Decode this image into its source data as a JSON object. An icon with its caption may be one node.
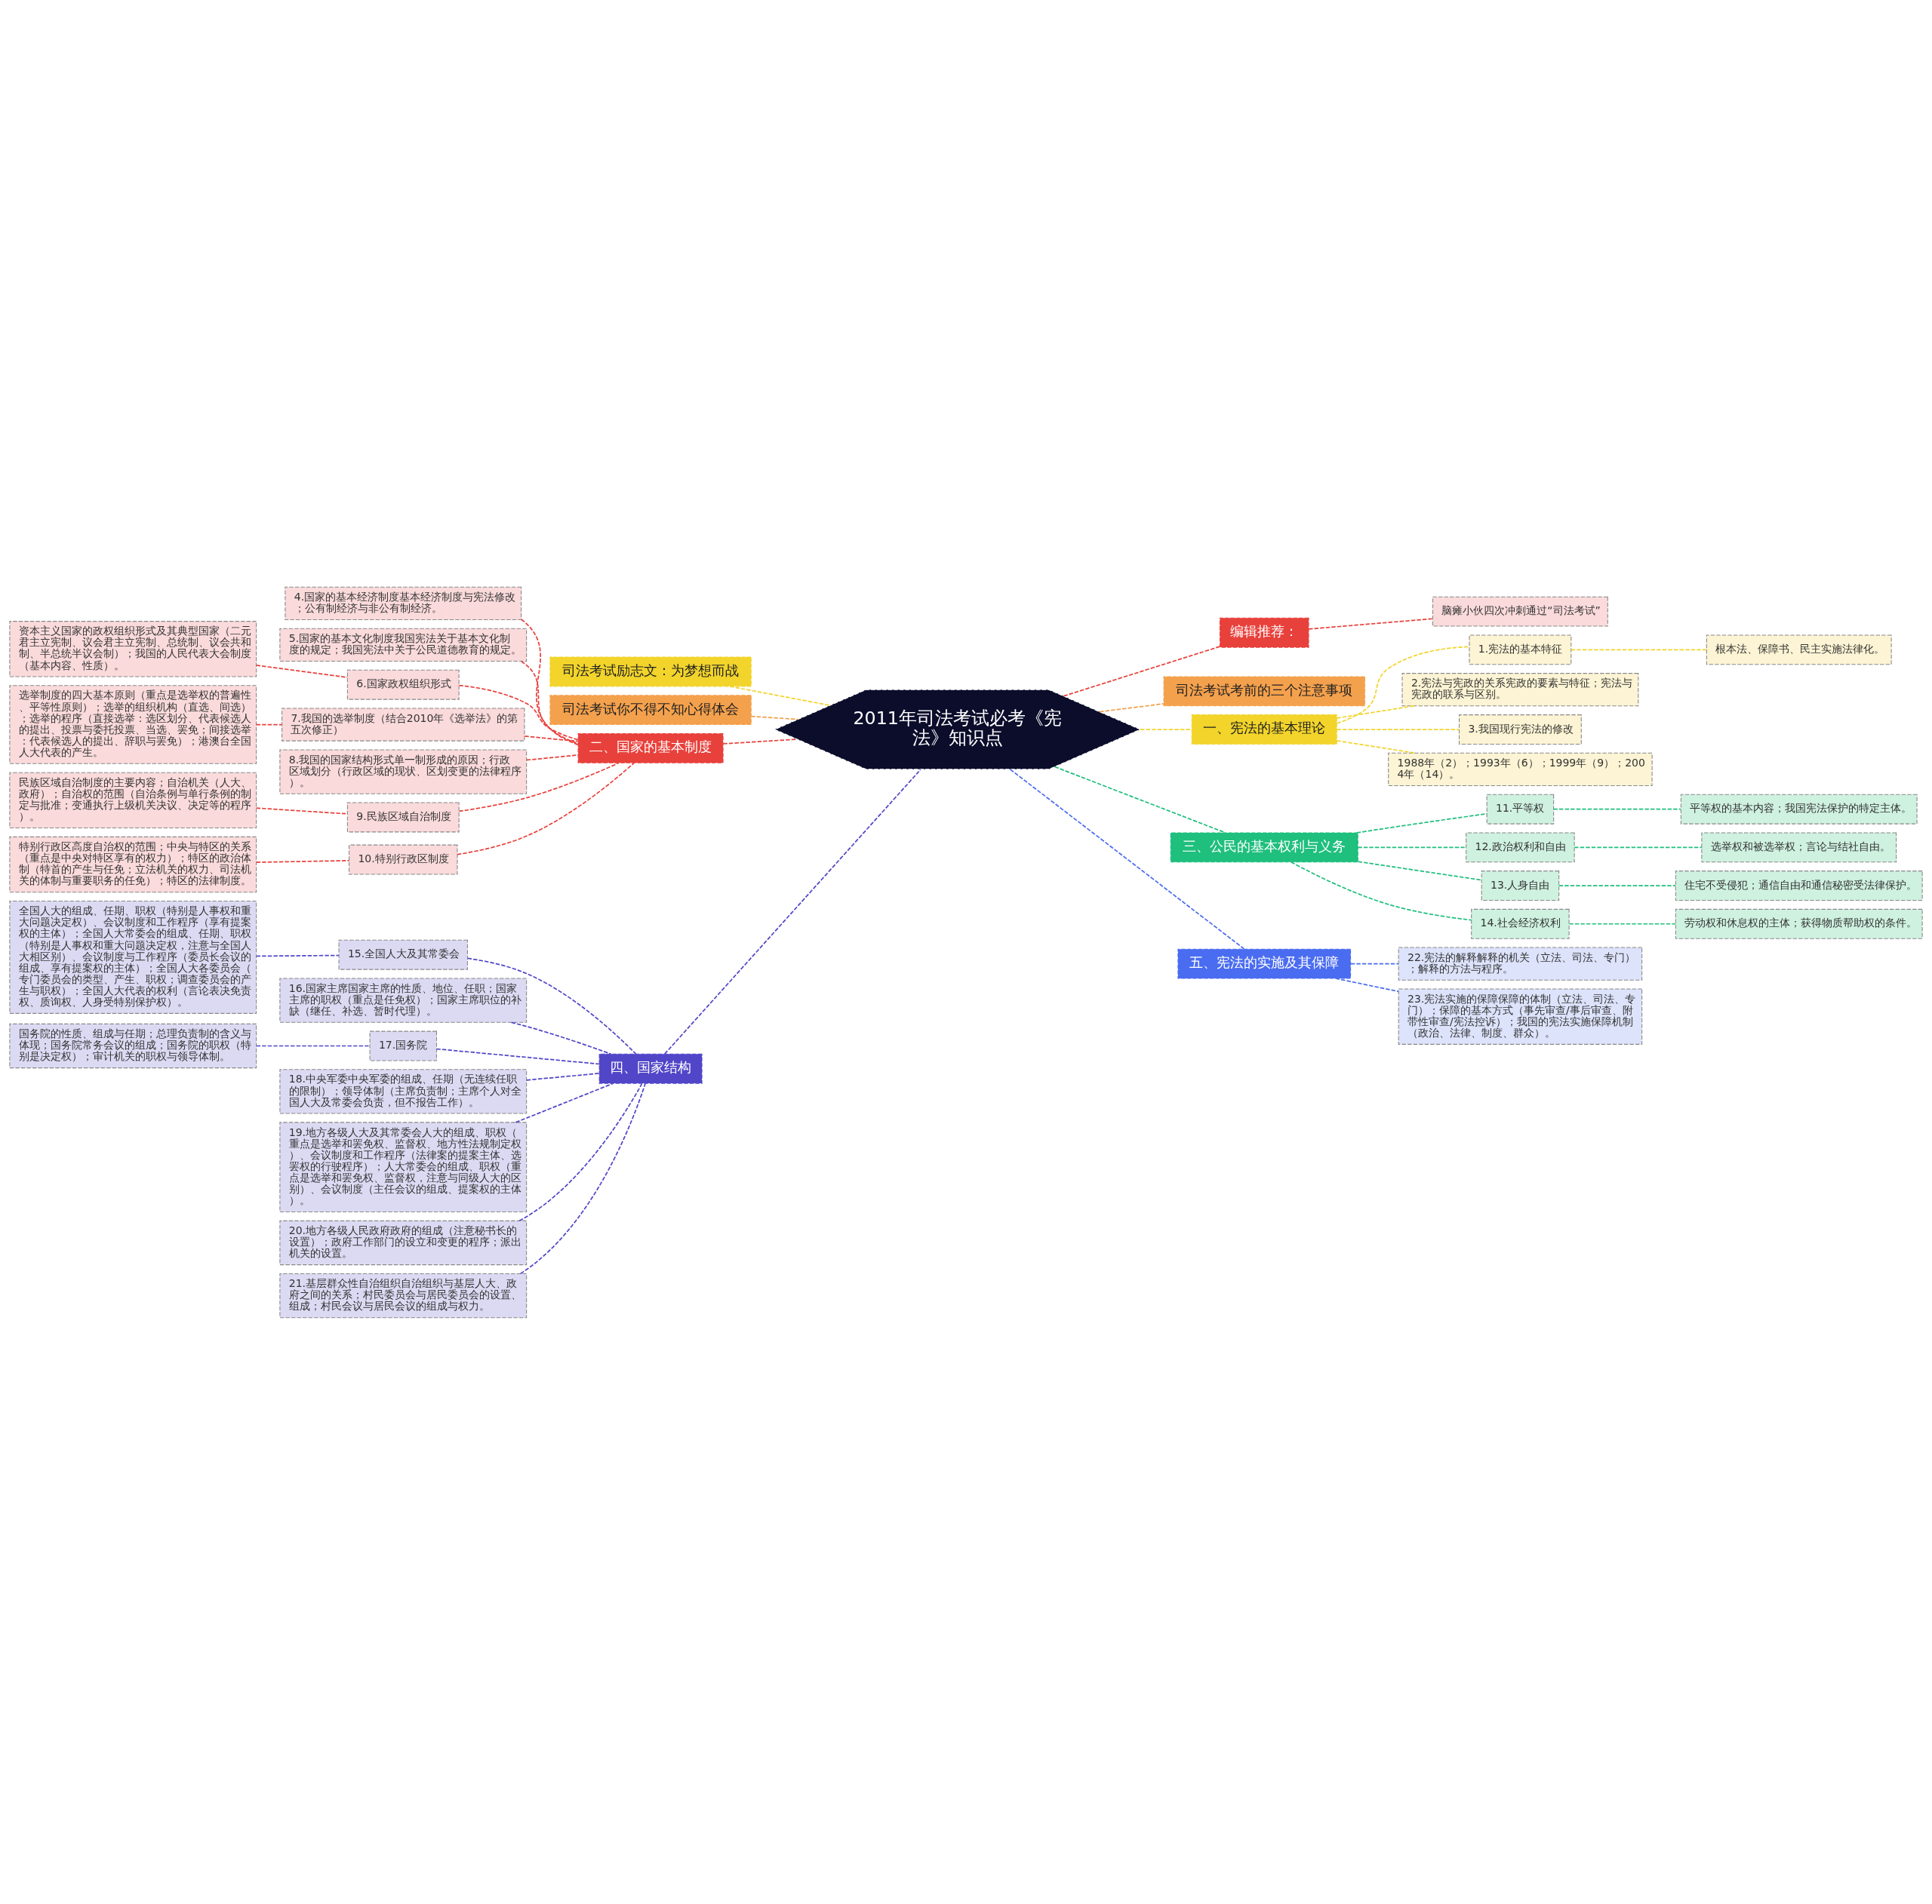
{
  "diagram": {
    "nodes": [
      {
        "text": [
          "2011年司法考试必考《宪法》知识点"
        ]
      },
      {
        "text": [
          "司法考试励志文：为梦想而战"
        ]
      },
      {
        "text": [
          "司法考试你不得不知心得体会"
        ]
      },
      {
        "text": [
          "二、国家的基本制度"
        ]
      },
      {
        "text": [
          "4.国家的基本经济制度基本经济制度与宪法修改；公有制经济与非公有制经济。"
        ]
      },
      {
        "text": [
          "5.国家的基本文化制度我国宪法关于基本文化制度的规定；我国宪法中关于公民道德教育的规定。"
        ]
      },
      {
        "text": [
          "6.国家政权组织形式"
        ]
      },
      {
        "text": [
          "资本主义国家的政权组织形式及其典型国家（二元君主立宪制、议会君主立宪制、总统制、议会共和制、半总统半议会制）；我国的人民代表大会制度（基本内容、性质）。"
        ]
      },
      {
        "text": [
          "7.我国的选举制度（结合2010年《选举法》的第五次修正）"
        ]
      },
      {
        "text": [
          "选举制度的四大基本原则（重点是选举权的普遍性、平等性原则）；选举的组织机构（直选、间选）；选举的程序（直接选举：选区划分、代表候选人的提出、投票与委托投票、当选、罢免；间接选举：代表候选人的提出、辞职与罢免）；港澳台全国人大代表的产生。"
        ]
      },
      {
        "text": [
          "8.我国的国家结构形式单一制形成的原因；行政区域划分（行政区域的现状、区划变更的法律程序）。"
        ]
      },
      {
        "text": [
          "9.民族区域自治制度"
        ]
      },
      {
        "text": [
          "民族区域自治制度的主要内容；自治机关（人大、政府）；自治权的范围（自治条例与单行条例的制定与批准；变通执行上级机关决议、决定等的程序）。"
        ]
      },
      {
        "text": [
          "10.特别行政区制度"
        ]
      },
      {
        "text": [
          "特别行政区高度自治权的范围；中央与特区的关系（重点是中央对特区享有的权力）；特区的政治体制（特首的产生与任免；立法机关的权力、司法机关的体制与重要职务的任免）；特区的法律制度。"
        ]
      },
      {
        "text": [
          "四、国家结构"
        ]
      },
      {
        "text": [
          "15.全国人大及其常委会"
        ]
      },
      {
        "text": [
          "全国人大的组成、任期、职权（特别是人事权和重大问题决定权）、会议制度和工作程序（享有提案权的主体）；全国人大常委会的组成、任期、职权（特别是人事权和重大问题决定权，注意与全国人大相区别）、会议制度与工作程序（委员长会议的组成、享有提案权的主体）；全国人大各委员会（专门委员会的类型、产生、职权；调查委员会的产生与职权）；全国人大代表的权利（言论表决免责权、质询权、人身受特别保护权）。"
        ]
      },
      {
        "text": [
          "16.国家主席国家主席的性质、地位、任职；国家主席的职权（重点是任免权）；国家主席职位的补缺（继任、补选、暂时代理）。"
        ]
      },
      {
        "text": [
          "17.国务院"
        ]
      },
      {
        "text": [
          "国务院的性质、组成与任期；总理负责制的含义与体现；国务院常务会议的组成；国务院的职权（特别是决定权）；审计机关的职权与领导体制。"
        ]
      },
      {
        "text": [
          "18.中央军委中央军委的组成、任期（无连续任职的限制）；领导体制（主席负责制；主席个人对全国人大及常委会负责，但不报告工作）。"
        ]
      },
      {
        "text": [
          "19.地方各级人大及其常委会人大的组成、职权（重点是选举和罢免权、监督权、地方性法规制定权）、会议制度和工作程序（法律案的提案主体、选罢权的行驶程序）；人大常委会的组成、职权（重点是选举和罢免权、监督权，注意与同级人大的区别）、会议制度（主任会议的组成、提案权的主体）。"
        ]
      },
      {
        "text": [
          "20.地方各级人民政府政府的组成（注意秘书长的设置）；政府工作部门的设立和变更的程序；派出机关的设置。"
        ]
      },
      {
        "text": [
          "21.基层群众性自治组织自治组织与基层人大、政府之间的关系；村民委员会与居民委员会的设置、组成；村民会议与居民会议的组成与权力。"
        ]
      },
      {
        "text": [
          "编辑推荐："
        ]
      },
      {
        "text": [
          "脑瘫小伙四次冲刺通过“司法考试”"
        ]
      },
      {
        "text": [
          "司法考试考前的三个注意事项"
        ]
      },
      {
        "text": [
          "一、宪法的基本理论"
        ]
      },
      {
        "text": [
          "1.宪法的基本特征"
        ]
      },
      {
        "text": [
          "根本法、保障书、民主实施法律化。"
        ]
      },
      {
        "text": [
          "2.宪法与宪政的关系宪政的要素与特征；宪法与宪政的联系与区别。"
        ]
      },
      {
        "text": [
          "3.我国现行宪法的修改"
        ]
      },
      {
        "text": [
          "1988年（2）；1993年（6）；1999年（9）；2004年（14）。"
        ]
      },
      {
        "text": [
          "三、公民的基本权利与义务"
        ]
      },
      {
        "text": [
          "11.平等权"
        ]
      },
      {
        "text": [
          "平等权的基本内容；我国宪法保护的特定主体。"
        ]
      },
      {
        "text": [
          "12.政治权利和自由"
        ]
      },
      {
        "text": [
          "选举权和被选举权；言论与结社自由。"
        ]
      },
      {
        "text": [
          "13.人身自由"
        ]
      },
      {
        "text": [
          "住宅不受侵犯；通信自由和通信秘密受法律保护。"
        ]
      },
      {
        "text": [
          "14.社会经济权利"
        ]
      },
      {
        "text": [
          "劳动权和休息权的主体；获得物质帮助权的条件。"
        ]
      },
      {
        "text": [
          "五、宪法的实施及其保障"
        ]
      },
      {
        "text": [
          "22.宪法的解释解释的机关（立法、司法、专门）；解释的方法与程序。"
        ]
      },
      {
        "text": [
          "23.宪法实施的保障保障的体制（立法、司法、专门）；保障的基本方式（事先审查/事后审查、附带性审查/宪法控诉）；我国的宪法实施保障机制（政治、法律、制度、群众）。"
        ]
      }
    ],
    "edges": [
      {
        "from": 1,
        "to": 0,
        "arrow": "none",
        "style": "dashed",
        "color": "#f2d42b"
      },
      {
        "from": 2,
        "to": 0,
        "arrow": "none",
        "style": "dashed",
        "color": "#f0a04b"
      },
      {
        "from": 3,
        "to": 0,
        "arrow": "none",
        "style": "dashed",
        "color": "#e8413c"
      },
      {
        "from": 4,
        "to": 3,
        "arrow": "none",
        "style": "dashed",
        "color": "#e8413c"
      },
      {
        "from": 5,
        "to": 3,
        "arrow": "none",
        "style": "dashed",
        "color": "#e8413c"
      },
      {
        "from": 6,
        "to": 3,
        "arrow": "none",
        "style": "dashed",
        "color": "#e8413c"
      },
      {
        "from": 7,
        "to": 6,
        "arrow": "none",
        "style": "dashed",
        "color": "#e8413c"
      },
      {
        "from": 8,
        "to": 3,
        "arrow": "none",
        "style": "dashed",
        "color": "#e8413c"
      },
      {
        "from": 9,
        "to": 8,
        "arrow": "none",
        "style": "dashed",
        "color": "#e8413c"
      },
      {
        "from": 10,
        "to": 3,
        "arrow": "none",
        "style": "dashed",
        "color": "#e8413c"
      },
      {
        "from": 11,
        "to": 3,
        "arrow": "none",
        "style": "dashed",
        "color": "#e8413c"
      },
      {
        "from": 12,
        "to": 11,
        "arrow": "none",
        "style": "dashed",
        "color": "#e8413c"
      },
      {
        "from": 13,
        "to": 3,
        "arrow": "none",
        "style": "dashed",
        "color": "#e8413c"
      },
      {
        "from": 14,
        "to": 13,
        "arrow": "none",
        "style": "dashed",
        "color": "#e8413c"
      },
      {
        "from": 15,
        "to": 0,
        "arrow": "none",
        "style": "dashed",
        "color": "#5146c8"
      },
      {
        "from": 16,
        "to": 15,
        "arrow": "none",
        "style": "dashed",
        "color": "#5146c8"
      },
      {
        "from": 17,
        "to": 16,
        "arrow": "none",
        "style": "dashed",
        "color": "#5146c8"
      },
      {
        "from": 18,
        "to": 15,
        "arrow": "none",
        "style": "dashed",
        "color": "#5146c8"
      },
      {
        "from": 19,
        "to": 15,
        "arrow": "none",
        "style": "dashed",
        "color": "#5146c8"
      },
      {
        "from": 20,
        "to": 19,
        "arrow": "none",
        "style": "dashed",
        "color": "#5146c8"
      },
      {
        "from": 21,
        "to": 15,
        "arrow": "none",
        "style": "dashed",
        "color": "#5146c8"
      },
      {
        "from": 22,
        "to": 15,
        "arrow": "none",
        "style": "dashed",
        "color": "#5146c8"
      },
      {
        "from": 23,
        "to": 15,
        "arrow": "none",
        "style": "dashed",
        "color": "#5146c8"
      },
      {
        "from": 24,
        "to": 15,
        "arrow": "none",
        "style": "dashed",
        "color": "#5146c8"
      },
      {
        "from": 0,
        "to": 25,
        "arrow": "none",
        "style": "dashed",
        "color": "#e8413c"
      },
      {
        "from": 25,
        "to": 26,
        "arrow": "none",
        "style": "dashed",
        "color": "#e8413c"
      },
      {
        "from": 0,
        "to": 27,
        "arrow": "none",
        "style": "dashed",
        "color": "#f0a04b"
      },
      {
        "from": 0,
        "to": 28,
        "arrow": "none",
        "style": "dashed",
        "color": "#f2d42b"
      },
      {
        "from": 28,
        "to": 29,
        "arrow": "none",
        "style": "dashed",
        "color": "#f2d42b"
      },
      {
        "from": 29,
        "to": 30,
        "arrow": "none",
        "style": "dashed",
        "color": "#f2d42b"
      },
      {
        "from": 28,
        "to": 31,
        "arrow": "none",
        "style": "dashed",
        "color": "#f2d42b"
      },
      {
        "from": 28,
        "to": 32,
        "arrow": "none",
        "style": "dashed",
        "color": "#f2d42b"
      },
      {
        "from": 28,
        "to": 33,
        "arrow": "none",
        "style": "dashed",
        "color": "#f2d42b"
      },
      {
        "from": 0,
        "to": 34,
        "arrow": "none",
        "style": "dashed",
        "color": "#1fbf7d"
      },
      {
        "from": 34,
        "to": 35,
        "arrow": "none",
        "style": "dashed",
        "color": "#1fbf7d"
      },
      {
        "from": 35,
        "to": 36,
        "arrow": "none",
        "style": "dashed",
        "color": "#1fbf7d"
      },
      {
        "from": 34,
        "to": 37,
        "arrow": "none",
        "style": "dashed",
        "color": "#1fbf7d"
      },
      {
        "from": 37,
        "to": 38,
        "arrow": "none",
        "style": "dashed",
        "color": "#1fbf7d"
      },
      {
        "from": 34,
        "to": 39,
        "arrow": "none",
        "style": "dashed",
        "color": "#1fbf7d"
      },
      {
        "from": 39,
        "to": 40,
        "arrow": "none",
        "style": "dashed",
        "color": "#1fbf7d"
      },
      {
        "from": 34,
        "to": 41,
        "arrow": "none",
        "style": "dashed",
        "color": "#1fbf7d"
      },
      {
        "from": 41,
        "to": 42,
        "arrow": "none",
        "style": "dashed",
        "color": "#1fbf7d"
      },
      {
        "from": 0,
        "to": 43,
        "arrow": "none",
        "style": "dashed",
        "color": "#4a6cf0"
      },
      {
        "from": 43,
        "to": 44,
        "arrow": "none",
        "style": "dashed",
        "color": "#4a6cf0"
      },
      {
        "from": 43,
        "to": 45,
        "arrow": "none",
        "style": "dashed",
        "color": "#4a6cf0"
      }
    ]
  }
}
